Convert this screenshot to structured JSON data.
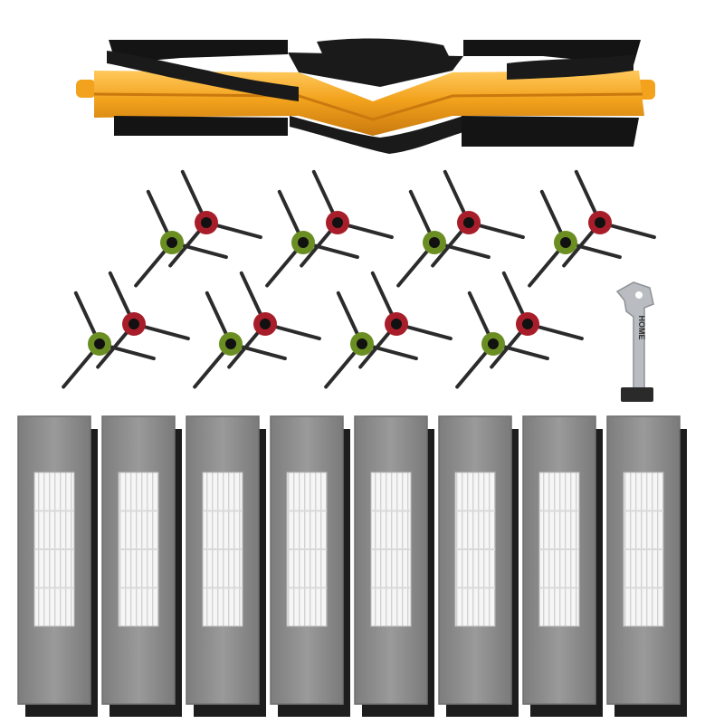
{
  "image": {
    "background": "#ffffff",
    "tool_text": "HOME"
  },
  "palette": {
    "roller_core": "#f2a21c",
    "roller_core_dark": "#c9790e",
    "roller_core_light": "#ffc95c",
    "bristle": "#1a1a1a",
    "rubber_fin": "#141414",
    "brush_arm": "#2b2b2b",
    "hub_red": "#a81d2a",
    "hub_green": "#6b8e23",
    "filter_frame": "#8d8d8d",
    "filter_frame_edge": "#6f6f6f",
    "filter_media": "#f4f4f4",
    "filter_pleat": "#cfcfcf",
    "sponge": "#1d1d1d",
    "tool_metal": "#b9bcc0"
  },
  "parts": {
    "roller_brush_count": 1,
    "side_brush_count": 16,
    "filter_count": 8,
    "cleaning_tool_count": 1
  }
}
